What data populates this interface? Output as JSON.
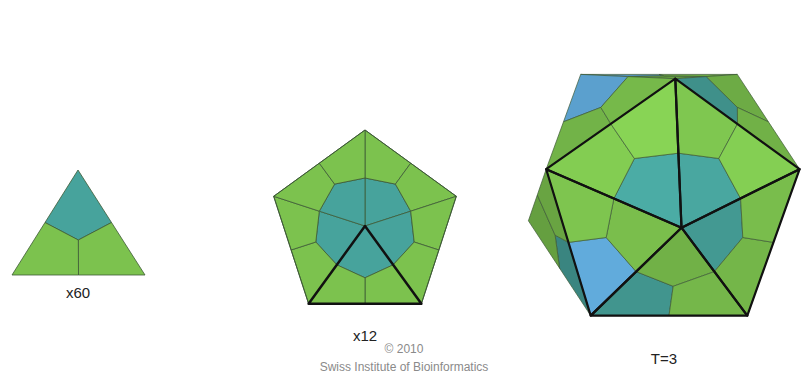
{
  "diagram": {
    "labels": [
      "x60",
      "x12",
      "T=3",
      "© 2010",
      "Swiss Institute of Bioinformatics"
    ]
  }
}
